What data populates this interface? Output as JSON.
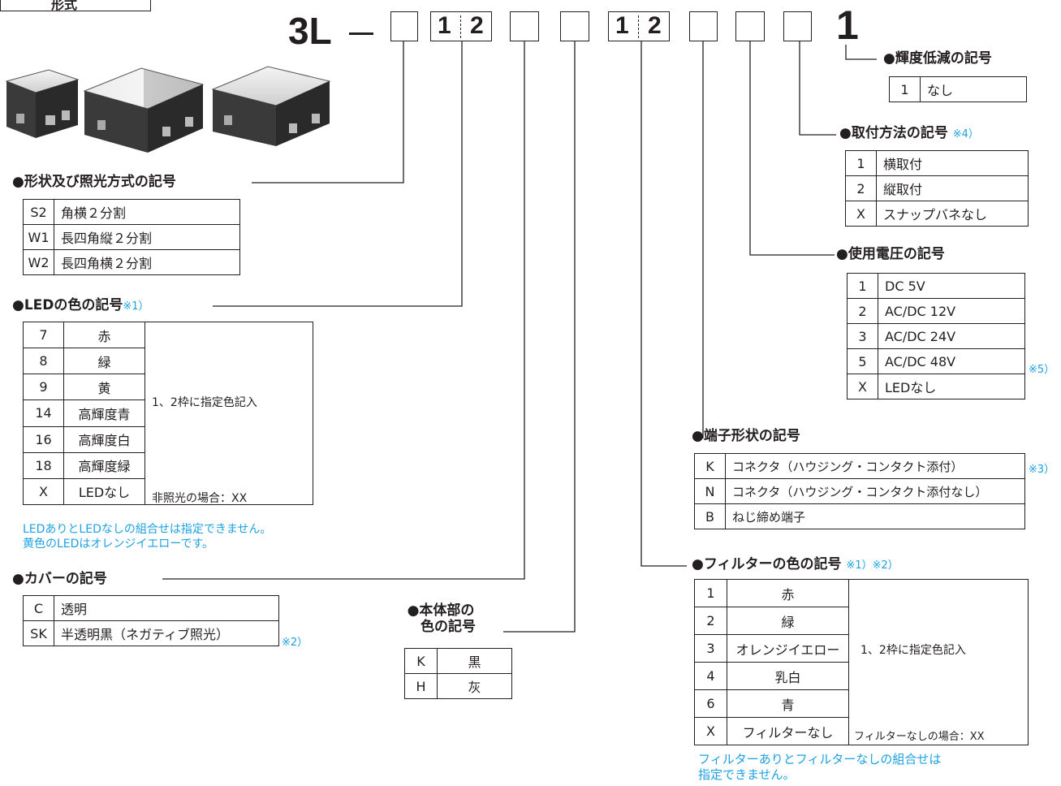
{
  "header": {
    "tab_label": "形式"
  },
  "model": {
    "prefix": "3L",
    "dash": "—",
    "led_digit_1": "1",
    "led_digit_2": "2",
    "filter_digit_1": "1",
    "filter_digit_2": "2",
    "last_digit": "1"
  },
  "shape": {
    "heading": "●形状及び照光方式の記号",
    "rows": [
      {
        "code": "S2",
        "desc": "角横２分割"
      },
      {
        "code": "W1",
        "desc": "長四角縦２分割"
      },
      {
        "code": "W2",
        "desc": "長四角横２分割"
      }
    ]
  },
  "led": {
    "heading": "●LEDの色の記号",
    "note": "※1）",
    "rows": [
      {
        "code": "7",
        "desc": "赤"
      },
      {
        "code": "8",
        "desc": "緑"
      },
      {
        "code": "9",
        "desc": "黄"
      },
      {
        "code": "14",
        "desc": "高輝度青"
      },
      {
        "code": "16",
        "desc": "高輝度白"
      },
      {
        "code": "18",
        "desc": "高輝度緑"
      },
      {
        "code": "X",
        "desc": "LEDなし"
      }
    ],
    "side_text": "1、2枠に指定色記入",
    "side_bottom": "非照光の場合：XX",
    "footnote_1": "LEDありとLEDなしの組合せは指定できません。",
    "footnote_2": "黄色のLEDはオレンジイエローです。"
  },
  "cover": {
    "heading": "●カバーの記号",
    "rows": [
      {
        "code": "C",
        "desc": "透明"
      },
      {
        "code": "SK",
        "desc": "半透明黒（ネガティブ照光）"
      }
    ],
    "row_note": "※2）"
  },
  "body": {
    "heading_1": "●本体部の",
    "heading_2": "色の記号",
    "rows": [
      {
        "code": "K",
        "desc": "黒"
      },
      {
        "code": "H",
        "desc": "灰"
      }
    ]
  },
  "brightness": {
    "heading": "●輝度低減の記号",
    "rows": [
      {
        "code": "1",
        "desc": "なし"
      }
    ]
  },
  "mounting": {
    "heading": "●取付方法の記号",
    "note": "※4）",
    "rows": [
      {
        "code": "1",
        "desc": "横取付"
      },
      {
        "code": "2",
        "desc": "縦取付"
      },
      {
        "code": "X",
        "desc": "スナップバネなし"
      }
    ]
  },
  "voltage": {
    "heading": "●使用電圧の記号",
    "rows": [
      {
        "code": "1",
        "desc": "DC  5V"
      },
      {
        "code": "2",
        "desc": "AC/DC 12V"
      },
      {
        "code": "3",
        "desc": "AC/DC 24V"
      },
      {
        "code": "5",
        "desc": "AC/DC 48V"
      },
      {
        "code": "X",
        "desc": "LEDなし"
      }
    ],
    "row_note": "※5）"
  },
  "terminal": {
    "heading": "●端子形状の記号",
    "rows": [
      {
        "code": "K",
        "desc": "コネクタ（ハウジング・コンタクト添付）"
      },
      {
        "code": "N",
        "desc": "コネクタ（ハウジング・コンタクト添付なし）"
      },
      {
        "code": "B",
        "desc": "ねじ締め端子"
      }
    ],
    "row_note": "※3）"
  },
  "filter": {
    "heading": "●フィルターの色の記号",
    "note": "※1）※2）",
    "rows": [
      {
        "code": "1",
        "desc": "赤"
      },
      {
        "code": "2",
        "desc": "緑"
      },
      {
        "code": "3",
        "desc": "オレンジイエロー"
      },
      {
        "code": "4",
        "desc": "乳白"
      },
      {
        "code": "6",
        "desc": "青"
      },
      {
        "code": "X",
        "desc": "フィルターなし"
      }
    ],
    "side_text": "1、2枠に指定色記入",
    "side_bottom": "フィルターなしの場合：XX",
    "footnote_1": "フィルターありとフィルターなしの組合せは",
    "footnote_2": "指定できません。"
  },
  "colors": {
    "accent": "#1ba1e2",
    "ink": "#231f20"
  }
}
